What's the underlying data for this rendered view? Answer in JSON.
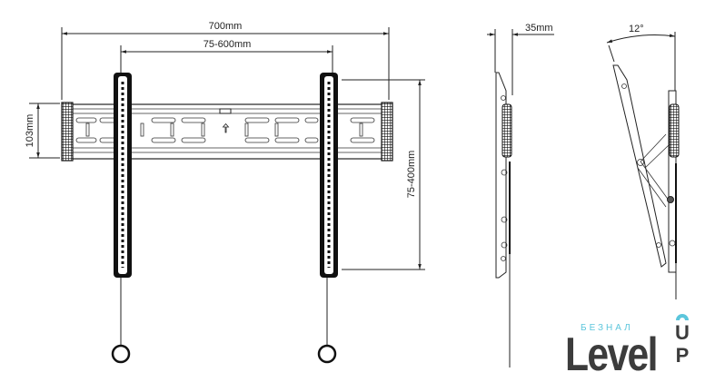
{
  "dimensions": {
    "overall_width": "700mm",
    "arm_spacing": "75-600mm",
    "plate_height": "103mm",
    "vertical_spacing": "75-400mm",
    "depth": "35mm",
    "tilt_angle": "12°"
  },
  "logo": {
    "subtitle": "БЕЗНАЛ",
    "brand": "Level",
    "brand_suffix_top": "U",
    "brand_suffix_bottom": "P",
    "accent_color": "#5cc6dc"
  }
}
